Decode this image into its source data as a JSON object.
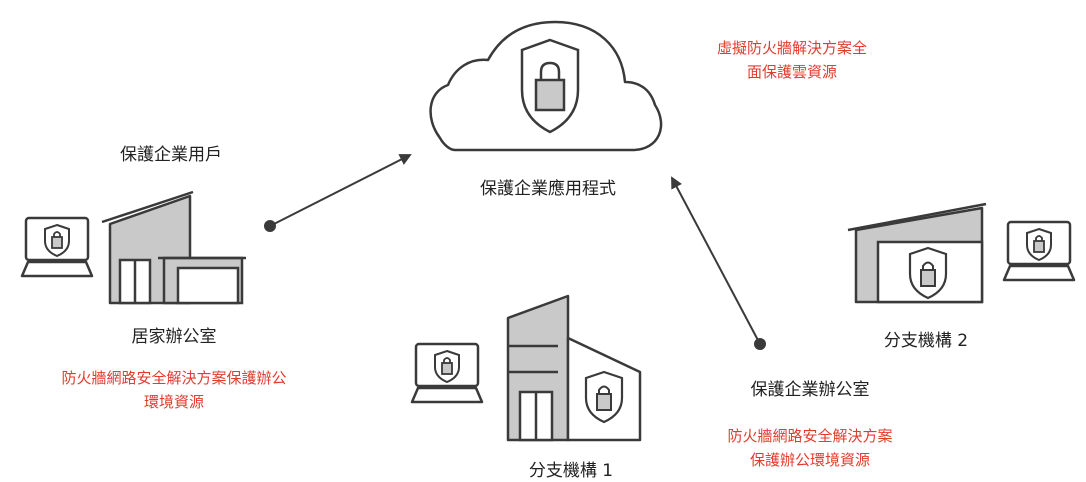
{
  "labels": {
    "protect_users": "保護企業用戶",
    "protect_apps": "保護企業應用程式",
    "home_office": "居家辦公室",
    "branch1": "分支機構 1",
    "branch2": "分支機構 2",
    "corp_office": "保護企業辦公室"
  },
  "notes": {
    "cloud": [
      "虛擬防火牆解決方案全",
      "面保護雲資源"
    ],
    "home": [
      "防火牆網路安全解決方案保護辦公",
      "環境資源"
    ],
    "corp": [
      "防火牆網路安全解決方案",
      "保護辦公環境資源"
    ]
  },
  "colors": {
    "stroke": "#3a3a3a",
    "fill_gray": "#c9c9c9",
    "note_red": "#e33b2e"
  },
  "icons": [
    "cloud-icon",
    "shield-lock-icon",
    "laptop-icon",
    "building-icon",
    "arrow-icon"
  ]
}
